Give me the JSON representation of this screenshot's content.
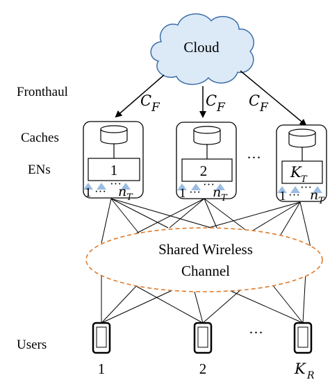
{
  "labels": {
    "cloud": "Cloud",
    "fronthaul": "Fronthaul",
    "caches": "Caches",
    "ens": "ENs",
    "users": "Users",
    "channel_line1": "Shared Wireless",
    "channel_line2": "Channel",
    "capacity": "C",
    "capacity_sub": "F",
    "dots": "···",
    "dots_small": "···",
    "ant_first": "1",
    "ant_last": "n",
    "ant_last_sub": "T"
  },
  "ens": [
    {
      "id": "1"
    },
    {
      "id": "2"
    },
    {
      "id": "K",
      "sub": "T"
    }
  ],
  "users": [
    {
      "id": "1"
    },
    {
      "id": "2"
    },
    {
      "id": "K",
      "sub": "R"
    }
  ],
  "colors": {
    "cloud_fill": "#dce9f7",
    "cloud_stroke": "#3c6ea8",
    "antenna": "#9bbde3",
    "ellipse": "#e07b2a",
    "line": "#000000"
  }
}
